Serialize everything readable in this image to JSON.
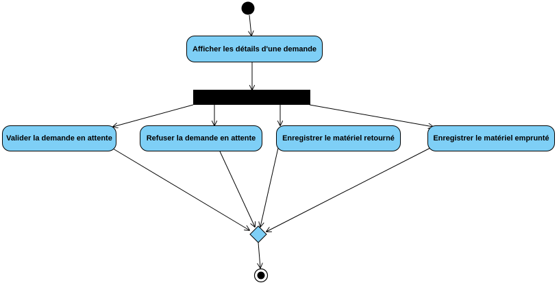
{
  "colors": {
    "action_fill": "#7ecff6",
    "bar_fill": "#000000",
    "decision_fill": "#7ecff6",
    "line": "#000000"
  },
  "nodes": {
    "display_details": "Afficher les détails d'une demande",
    "validate_pending": "Valider la demande en attente",
    "refuse_pending": "Refuser la demande en attente",
    "record_returned": "Enregistrer le matériel retourné",
    "record_borrowed": "Enregistrer le matériel emprunté"
  },
  "icons": {
    "initial": "initial-node-icon",
    "final": "final-node-icon",
    "fork": "fork-bar",
    "merge": "merge-diamond-icon"
  }
}
